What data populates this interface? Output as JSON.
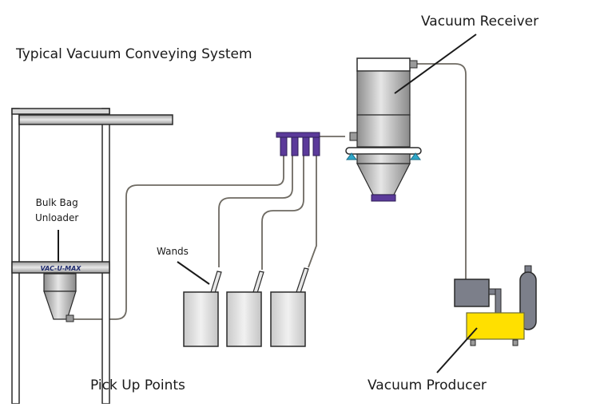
{
  "diagram": {
    "title": "Typical Vacuum Conveying System",
    "labels": {
      "vacuum_receiver": "Vacuum Receiver",
      "bulk_bag_unloader_line1": "Bulk Bag",
      "bulk_bag_unloader_line2": "Unloader",
      "brand_plate": "VAC-U-MAX",
      "wands": "Wands",
      "pick_up_points": "Pick Up Points",
      "vacuum_producer": "Vacuum Producer"
    },
    "components": [
      {
        "id": "bulk-bag-unloader",
        "name": "Bulk Bag Unloader"
      },
      {
        "id": "pick-up-points",
        "name": "Pick Up Points",
        "count": 3
      },
      {
        "id": "manifold",
        "name": "Manifold",
        "ports": 4
      },
      {
        "id": "vacuum-receiver",
        "name": "Vacuum Receiver"
      },
      {
        "id": "vacuum-producer",
        "name": "Vacuum Producer"
      }
    ],
    "connections": [
      {
        "from": "bulk-bag-unloader",
        "to": "manifold"
      },
      {
        "from": "pick-up-point-1",
        "to": "manifold"
      },
      {
        "from": "pick-up-point-2",
        "to": "manifold"
      },
      {
        "from": "pick-up-point-3",
        "to": "manifold"
      },
      {
        "from": "manifold",
        "to": "vacuum-receiver"
      },
      {
        "from": "vacuum-receiver",
        "to": "vacuum-producer"
      }
    ],
    "colors": {
      "steel": "#a9a9a9",
      "manifold": "#5b3a9a",
      "receiver_outlet": "#5b3a9a",
      "support_feet": "#2fa7c9",
      "producer_body": "#ffe000",
      "motor": "#7c7f8a",
      "hose": "#6e6a62",
      "outline": "#2a2a2a"
    }
  }
}
